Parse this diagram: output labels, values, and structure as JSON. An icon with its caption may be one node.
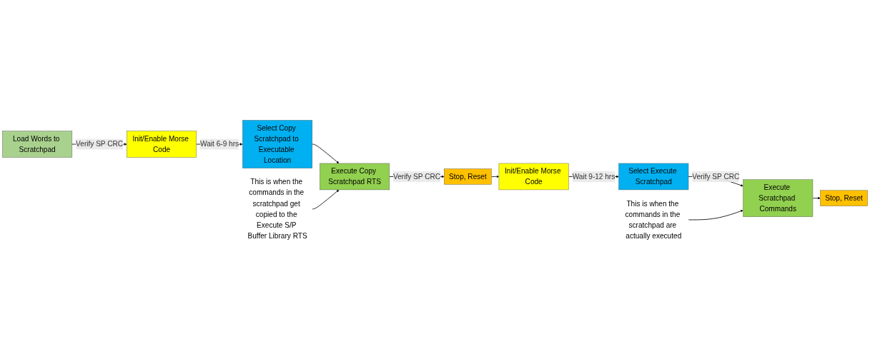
{
  "diagram": {
    "nodes": [
      {
        "text": [
          "Load Words to Scratchpad"
        ]
      },
      {
        "text": [
          "Init/Enable Morse Code"
        ]
      },
      {
        "text": [
          "Select Copy Scratchpad to Executable Location"
        ]
      },
      {
        "text": [
          "Execute Copy Scratchpad RTS"
        ]
      },
      {
        "text": [
          "Stop, Reset"
        ]
      },
      {
        "text": [
          "Init/Enable Morse Code"
        ]
      },
      {
        "text": [
          "Select Execute Scratchpad"
        ]
      },
      {
        "text": [
          "Execute Scratchpad Commands"
        ]
      },
      {
        "text": [
          "Stop, Reset"
        ]
      },
      {
        "text": [
          "This is when the commands in the scratchpad get copied to the Execute S/P Buffer Library RTS"
        ]
      },
      {
        "text": [
          "This is when the commands in the scratchpad are actually executed"
        ]
      }
    ],
    "edges": [
      {
        "from": 0,
        "to": 1,
        "arrow": "to",
        "label": "Verify SP CRC"
      },
      {
        "from": 1,
        "to": 2,
        "arrow": "to",
        "label": "Wait 6-9 hrs"
      },
      {
        "from": 2,
        "to": 3,
        "arrow": "to"
      },
      {
        "from": 3,
        "to": 4,
        "arrow": "to",
        "label": "Verify SP CRC"
      },
      {
        "from": 4,
        "to": 5,
        "arrow": "to"
      },
      {
        "from": 5,
        "to": 6,
        "arrow": "to",
        "label": "Wait 9-12 hrs"
      },
      {
        "from": 6,
        "to": 7,
        "arrow": "to",
        "label": "Verify SP CRC"
      },
      {
        "from": 7,
        "to": 8,
        "arrow": "to"
      },
      {
        "from": 9,
        "to": 3,
        "arrow": "to"
      },
      {
        "from": 10,
        "to": 7,
        "arrow": "to"
      }
    ]
  }
}
